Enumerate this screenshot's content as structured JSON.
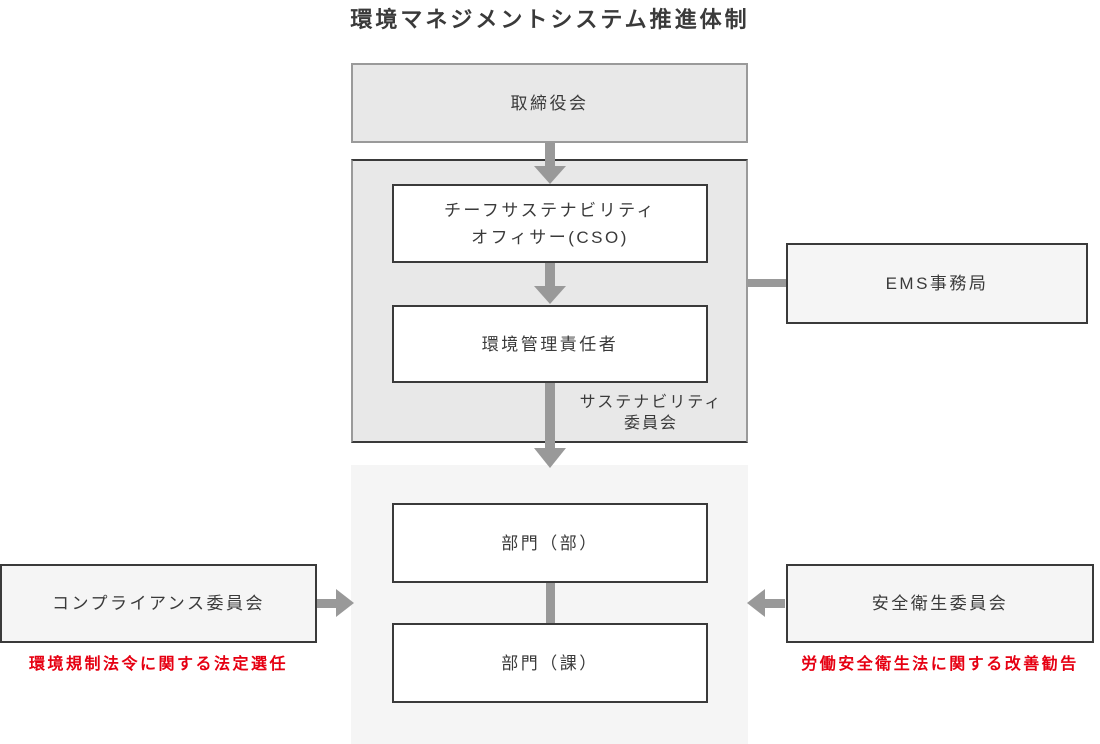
{
  "title": "環境マネジメントシステム推進体制",
  "colors": {
    "text": "#3a3a3a",
    "alert": "#e60012",
    "connector": "#999999",
    "container_fill": "#e8e8e8",
    "subtle_fill": "#f5f5f5",
    "box_border": "#3a3a3a",
    "container_border": "#9a9a9a"
  },
  "org": {
    "board": "取締役会",
    "cso_line1": "チーフサステナビリティ",
    "cso_line2": "オフィサー(CSO)",
    "env_manager": "環境管理責任者",
    "sustainability_committee_line1": "サステナビリティ",
    "sustainability_committee_line2": "委員会",
    "ems_office": "EMS事務局",
    "dept_bu": "部門（部）",
    "dept_ka": "部門（課）",
    "compliance_committee": "コンプライアンス委員会",
    "compliance_note": "環境規制法令に関する法定選任",
    "safety_committee": "安全衛生委員会",
    "safety_note": "労働安全衛生法に関する改善勧告"
  }
}
